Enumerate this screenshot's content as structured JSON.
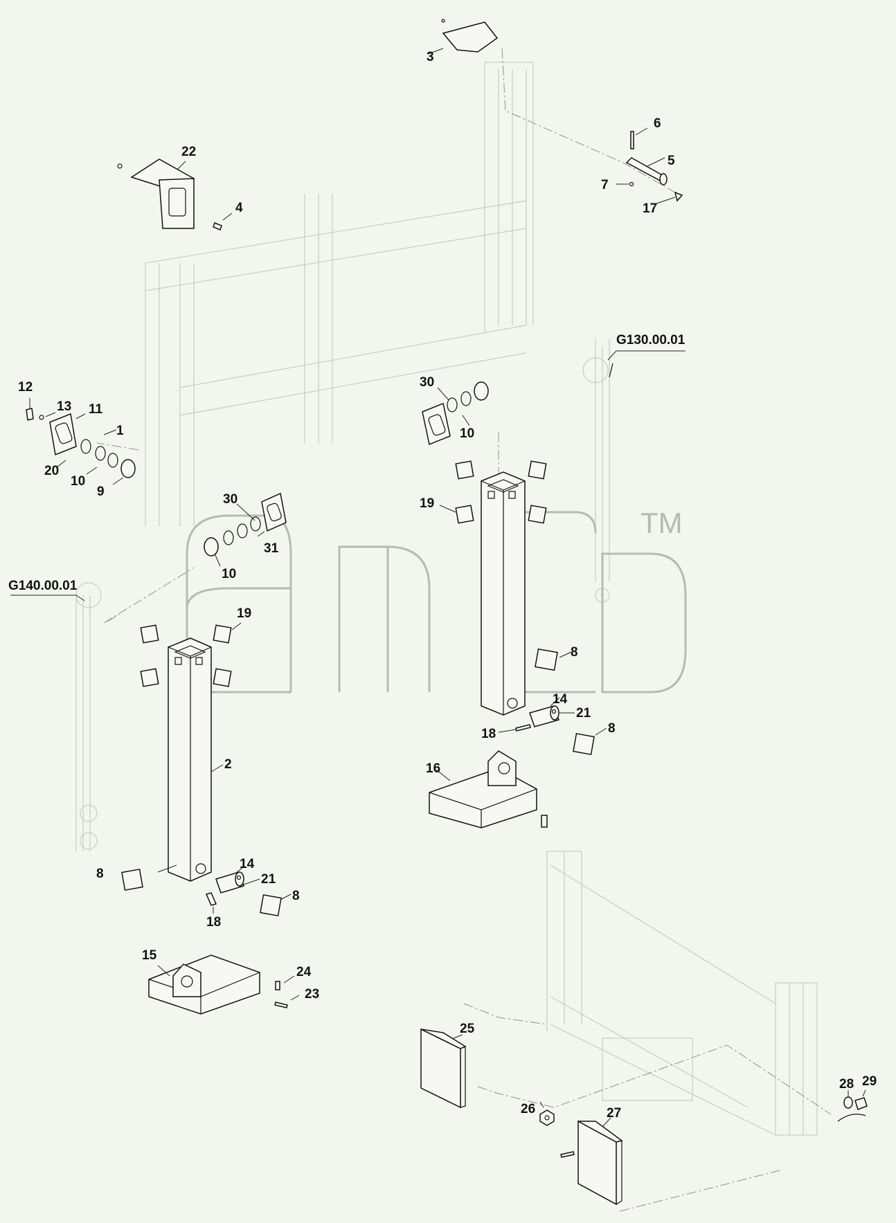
{
  "diagram": {
    "watermark": "TM",
    "callouts": [
      {
        "id": "c3",
        "text": "3"
      },
      {
        "id": "c6",
        "text": "6"
      },
      {
        "id": "c5",
        "text": "5"
      },
      {
        "id": "c7",
        "text": "7"
      },
      {
        "id": "c17",
        "text": "17"
      },
      {
        "id": "c22",
        "text": "22"
      },
      {
        "id": "c4",
        "text": "4"
      },
      {
        "id": "cG130",
        "text": "G130.00.01"
      },
      {
        "id": "c12",
        "text": "12"
      },
      {
        "id": "c13",
        "text": "13"
      },
      {
        "id": "c11",
        "text": "11"
      },
      {
        "id": "c1",
        "text": "1"
      },
      {
        "id": "c20",
        "text": "20"
      },
      {
        "id": "c10a",
        "text": "10"
      },
      {
        "id": "c9",
        "text": "9"
      },
      {
        "id": "c30a",
        "text": "30"
      },
      {
        "id": "c10b",
        "text": "10"
      },
      {
        "id": "c19a",
        "text": "19"
      },
      {
        "id": "c30b",
        "text": "30"
      },
      {
        "id": "c31",
        "text": "31"
      },
      {
        "id": "c10c",
        "text": "10"
      },
      {
        "id": "cG140",
        "text": "G140.00.01"
      },
      {
        "id": "c19b",
        "text": "19"
      },
      {
        "id": "c8a",
        "text": "8"
      },
      {
        "id": "c14a",
        "text": "14"
      },
      {
        "id": "c21a",
        "text": "21"
      },
      {
        "id": "c18a",
        "text": "18"
      },
      {
        "id": "c8b",
        "text": "8"
      },
      {
        "id": "c16",
        "text": "16"
      },
      {
        "id": "c2",
        "text": "2"
      },
      {
        "id": "c8c",
        "text": "8"
      },
      {
        "id": "c14b",
        "text": "14"
      },
      {
        "id": "c21b",
        "text": "21"
      },
      {
        "id": "c8d",
        "text": "8"
      },
      {
        "id": "c18b",
        "text": "18"
      },
      {
        "id": "c15",
        "text": "15"
      },
      {
        "id": "c24",
        "text": "24"
      },
      {
        "id": "c23",
        "text": "23"
      },
      {
        "id": "c25",
        "text": "25"
      },
      {
        "id": "c28",
        "text": "28"
      },
      {
        "id": "c29",
        "text": "29"
      },
      {
        "id": "c26",
        "text": "26"
      },
      {
        "id": "c27",
        "text": "27"
      }
    ]
  }
}
